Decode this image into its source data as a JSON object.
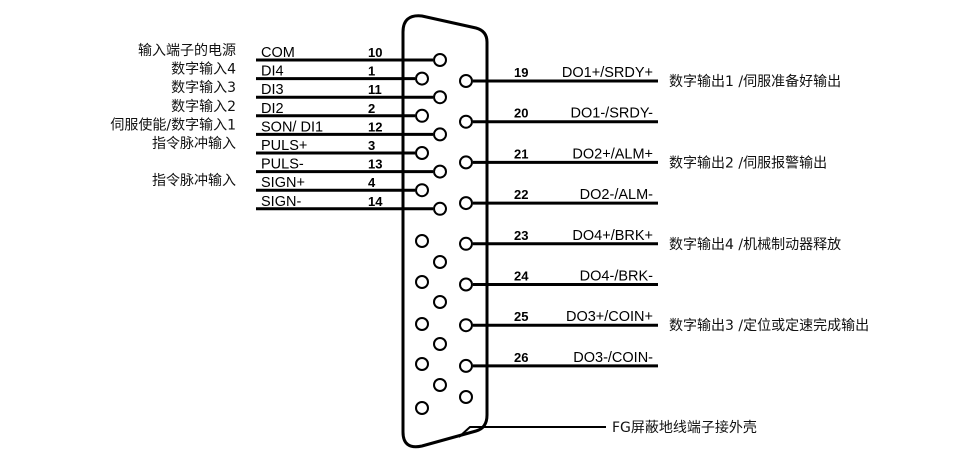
{
  "left_pins": [
    {
      "desc": "输入端子的电源",
      "signal": "COM",
      "pin": "10"
    },
    {
      "desc": "数字输入4",
      "signal": "DI4",
      "pin": "1"
    },
    {
      "desc": "数字输入3",
      "signal": "DI3",
      "pin": "11"
    },
    {
      "desc": "数字输入2",
      "signal": "DI2",
      "pin": "2"
    },
    {
      "desc": "伺服使能/数字输入1",
      "signal": "SON/ DI1",
      "pin": "12"
    },
    {
      "desc": "指令脉冲输入",
      "signal": "PULS+",
      "pin": "3"
    },
    {
      "desc": "",
      "signal": "PULS-",
      "pin": "13"
    },
    {
      "desc": "指令脉冲输入",
      "signal": "SIGN+",
      "pin": "4"
    },
    {
      "desc": "",
      "signal": "SIGN-",
      "pin": "14"
    }
  ],
  "right_pins": [
    {
      "pin": "19",
      "signal": "DO1+/SRDY+",
      "desc": "数字输出1 /伺服准备好输出"
    },
    {
      "pin": "20",
      "signal": "DO1-/SRDY-",
      "desc": ""
    },
    {
      "pin": "21",
      "signal": "DO2+/ALM+",
      "desc": "数字输出2 /伺服报警输出"
    },
    {
      "pin": "22",
      "signal": "DO2-/ALM-",
      "desc": ""
    },
    {
      "pin": "23",
      "signal": "DO4+/BRK+",
      "desc": "数字输出4 /机械制动器释放"
    },
    {
      "pin": "24",
      "signal": "DO4-/BRK-",
      "desc": ""
    },
    {
      "pin": "25",
      "signal": "DO3+/COIN+",
      "desc": "数字输出3 /定位或定速完成输出"
    },
    {
      "pin": "26",
      "signal": "DO3-/COIN-",
      "desc": ""
    }
  ],
  "shell_label": "FG屏蔽地线端子接外壳"
}
